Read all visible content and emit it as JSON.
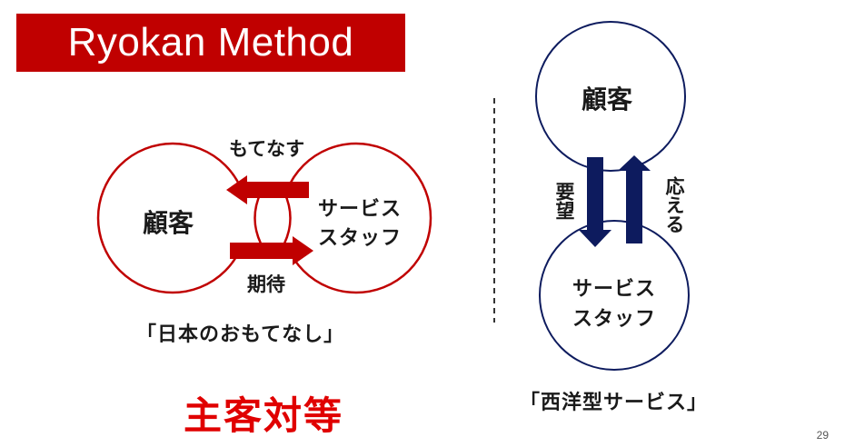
{
  "title": "Ryokan Method",
  "colors": {
    "title_bg": "#c00000",
    "left_diagram": "#c00000",
    "right_diagram": "#0d1b5e",
    "emphasis": "#e00000"
  },
  "left_diagram": {
    "customer_label": "顧客",
    "staff_label_line1": "サービス",
    "staff_label_line2": "スタッフ",
    "arrow_top_label": "もてなす",
    "arrow_bottom_label": "期待",
    "caption": "「日本のおもてなし」"
  },
  "right_diagram": {
    "customer_label": "顧客",
    "staff_label_line1": "サービス",
    "staff_label_line2": "スタッフ",
    "arrow_down_label": "要望",
    "arrow_up_label": "応える",
    "caption": "「西洋型サービス」"
  },
  "emphasis_text": "主客対等",
  "page_number": "29"
}
